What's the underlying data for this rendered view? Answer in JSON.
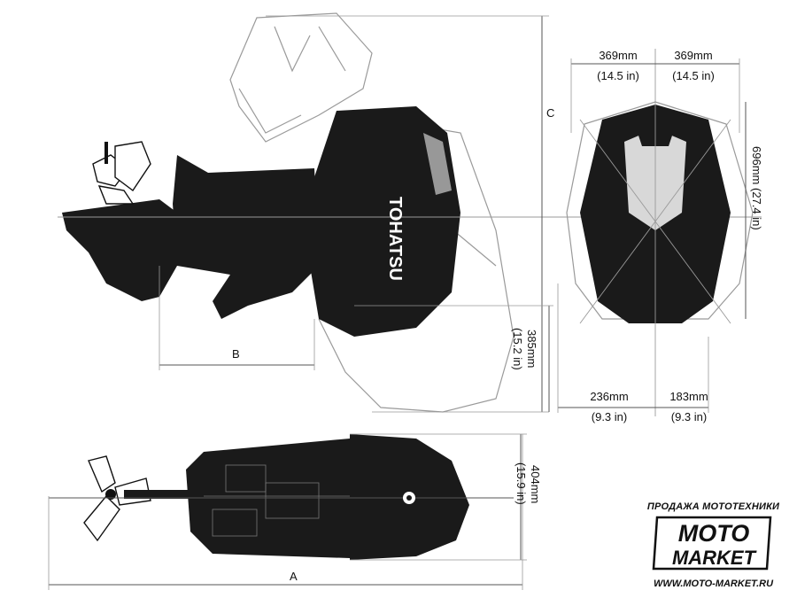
{
  "diagram": {
    "side_view": {
      "label_c": "C",
      "label_b": "B",
      "height_dim": {
        "mm": "385mm",
        "in": "(15.2 in)"
      }
    },
    "rear_view": {
      "half_width_left": {
        "mm": "369mm",
        "in": "(14.5 in)"
      },
      "half_width_right": {
        "mm": "369mm",
        "in": "(14.5 in)"
      },
      "depth_dim": {
        "mm": "696mm",
        "in": "(27.4 in)"
      },
      "bottom_left": {
        "mm": "236mm",
        "in": "(9.3 in)"
      },
      "bottom_right": {
        "mm": "183mm",
        "in": "(9.3 in)"
      }
    },
    "top_view": {
      "label_a": "A",
      "height_dim": {
        "mm": "404mm",
        "in": "(15.9 in)"
      }
    },
    "brand_text": "TOHATSU"
  },
  "watermark": {
    "top_text": "ПРОДАЖА МОТОТЕХНИКИ",
    "logo_line1": "MOTO",
    "logo_line2": "MARKET",
    "url": "WWW.MOTO-MARKET.RU"
  },
  "colors": {
    "ink": "#111111",
    "engine": "#1a1a1a",
    "outline": "#9a9a9a"
  }
}
